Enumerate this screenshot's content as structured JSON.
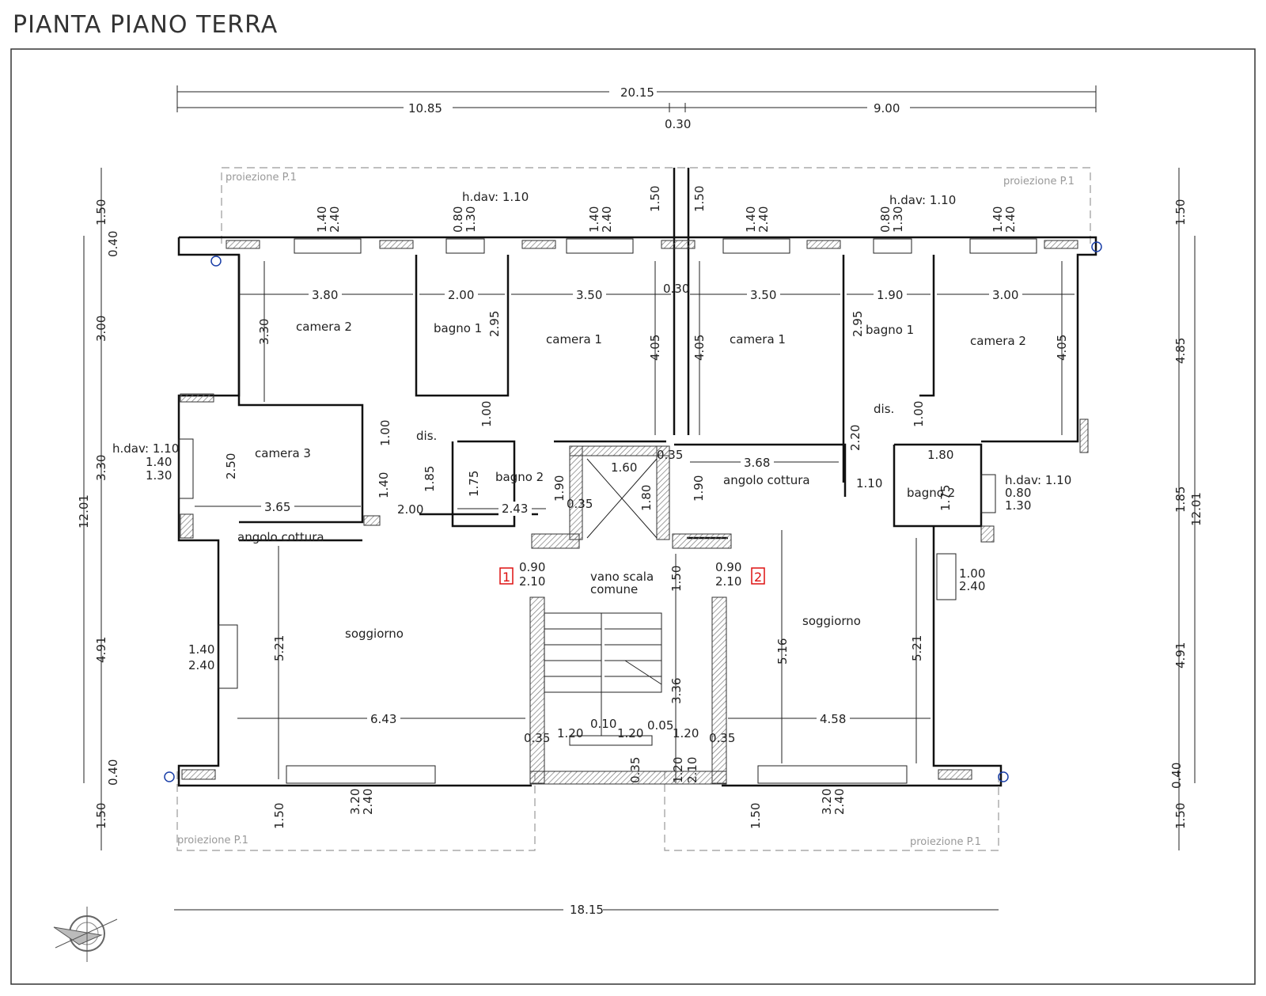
{
  "title": "PIANTA PIANO TERRA",
  "dims_top": [
    "20.15",
    "10.85",
    "0.30",
    "9.00"
  ],
  "dims_bottom": [
    "18.15"
  ],
  "dims_left": [
    "1.50",
    "0.40",
    "3.00",
    "3.30",
    "12.01",
    "4.91",
    "0.40",
    "1.50"
  ],
  "dims_right": [
    "1.50",
    "4.85",
    "12.01",
    "1.85",
    "4.91",
    "0.40",
    "1.50"
  ],
  "projection_label": "proiezione P.1",
  "rooms": {
    "camera2_left": "camera 2",
    "bagno1_left": "bagno 1",
    "camera1_left": "camera 1",
    "camera1_right": "camera 1",
    "bagno1_right": "bagno 1",
    "camera2_right": "camera 2",
    "camera3": "camera 3",
    "dis_left": "dis.",
    "dis_right": "dis.",
    "bagno2_left": "bagno 2",
    "bagno2_right": "bagno 2",
    "angolo_left": "angolo cottura",
    "angolo_right": "angolo cottura",
    "vano_scala_1": "vano scala",
    "vano_scala_2": "comune",
    "soggiorno_left": "soggiorno",
    "soggiorno_right": "soggiorno"
  },
  "room_dims": {
    "w_camera2_l": "3.80",
    "h_camera2_l": "3.30",
    "w_bagno1_l": "2.00",
    "h_bagno1_l": "2.95",
    "w_camera1_l": "3.50",
    "h_camera1_l": "4.05",
    "wall_mid": "0.30",
    "w_camera1_r": "3.50",
    "h_camera1_r": "4.05",
    "w_bagno1_r": "1.90",
    "h_bagno1_r": "2.95",
    "w_camera2_r": "3.00",
    "h_camera2_r": "4.05",
    "w_camera3": "3.65",
    "h_camera3": "2.50",
    "dis_l_1": "1.00",
    "dis_l_2": "1.00",
    "dis_l_3": "1.85",
    "dis_l_4": "2.00",
    "dis_l_5": "1.40",
    "w_bagno2_l": "2.43",
    "h_bagno2_l": "1.75",
    "h_bagno2_l_b": "1.90",
    "stair_w": "1.60",
    "stair_h": "1.80",
    "stair_wall": "0.35",
    "stair_wall2": "0.35",
    "w_angolo_r": "3.68",
    "h_angolo_r": "1.90",
    "dis_r_1": "2.20",
    "dis_r_2": "1.10",
    "dis_r_3": "1.00",
    "w_bagno2_r": "1.80",
    "h_bagno2_r": "1.75",
    "stair_15": "1.50",
    "stair_336": "3.36",
    "w_soggiorno_l": "6.43",
    "h_soggiorno_l": "5.21",
    "w_soggiorno_r": "4.58",
    "h_soggiorno_r": "5.16",
    "h_soggiorno_r2": "5.21",
    "st_a": "1.20",
    "st_b": "0.10",
    "st_c": "1.20",
    "st_d": "0.05",
    "st_e": "1.20",
    "st_f": "0.35",
    "st_g": "0.35",
    "st_h": "1.20",
    "st_i": "2.10",
    "st_j": "0.35",
    "bottom_150_l": "1.50",
    "bottom_150_r": "1.50",
    "top_150_l": "1.50",
    "top_150_r": "1.50"
  },
  "openings": {
    "w1a": "1.40",
    "w1b": "2.40",
    "w2a": "0.80",
    "w2b": "1.30",
    "w2h": "h.dav: 1.10",
    "w3a": "1.40",
    "w3b": "2.40",
    "w4a": "1.40",
    "w4b": "2.40",
    "w5a": "0.80",
    "w5b": "1.30",
    "w5h": "h.dav: 1.10",
    "w6a": "1.40",
    "w6b": "2.40",
    "w7h": "h.dav: 1.10",
    "w7a": "1.40",
    "w7b": "1.30",
    "w8a": "1.40",
    "w8b": "2.40",
    "w9a": "3.20",
    "w9b": "2.40",
    "w10a": "3.20",
    "w10b": "2.40",
    "w11a": "1.00",
    "w11b": "2.40",
    "w12h": "h.dav: 1.10",
    "w12a": "0.80",
    "w12b": "1.30",
    "d1a": "0.90",
    "d1b": "2.10",
    "d2a": "0.90",
    "d2b": "2.10"
  },
  "badges": [
    "1",
    "2"
  ],
  "compass_icon": "north-arrow-icon"
}
